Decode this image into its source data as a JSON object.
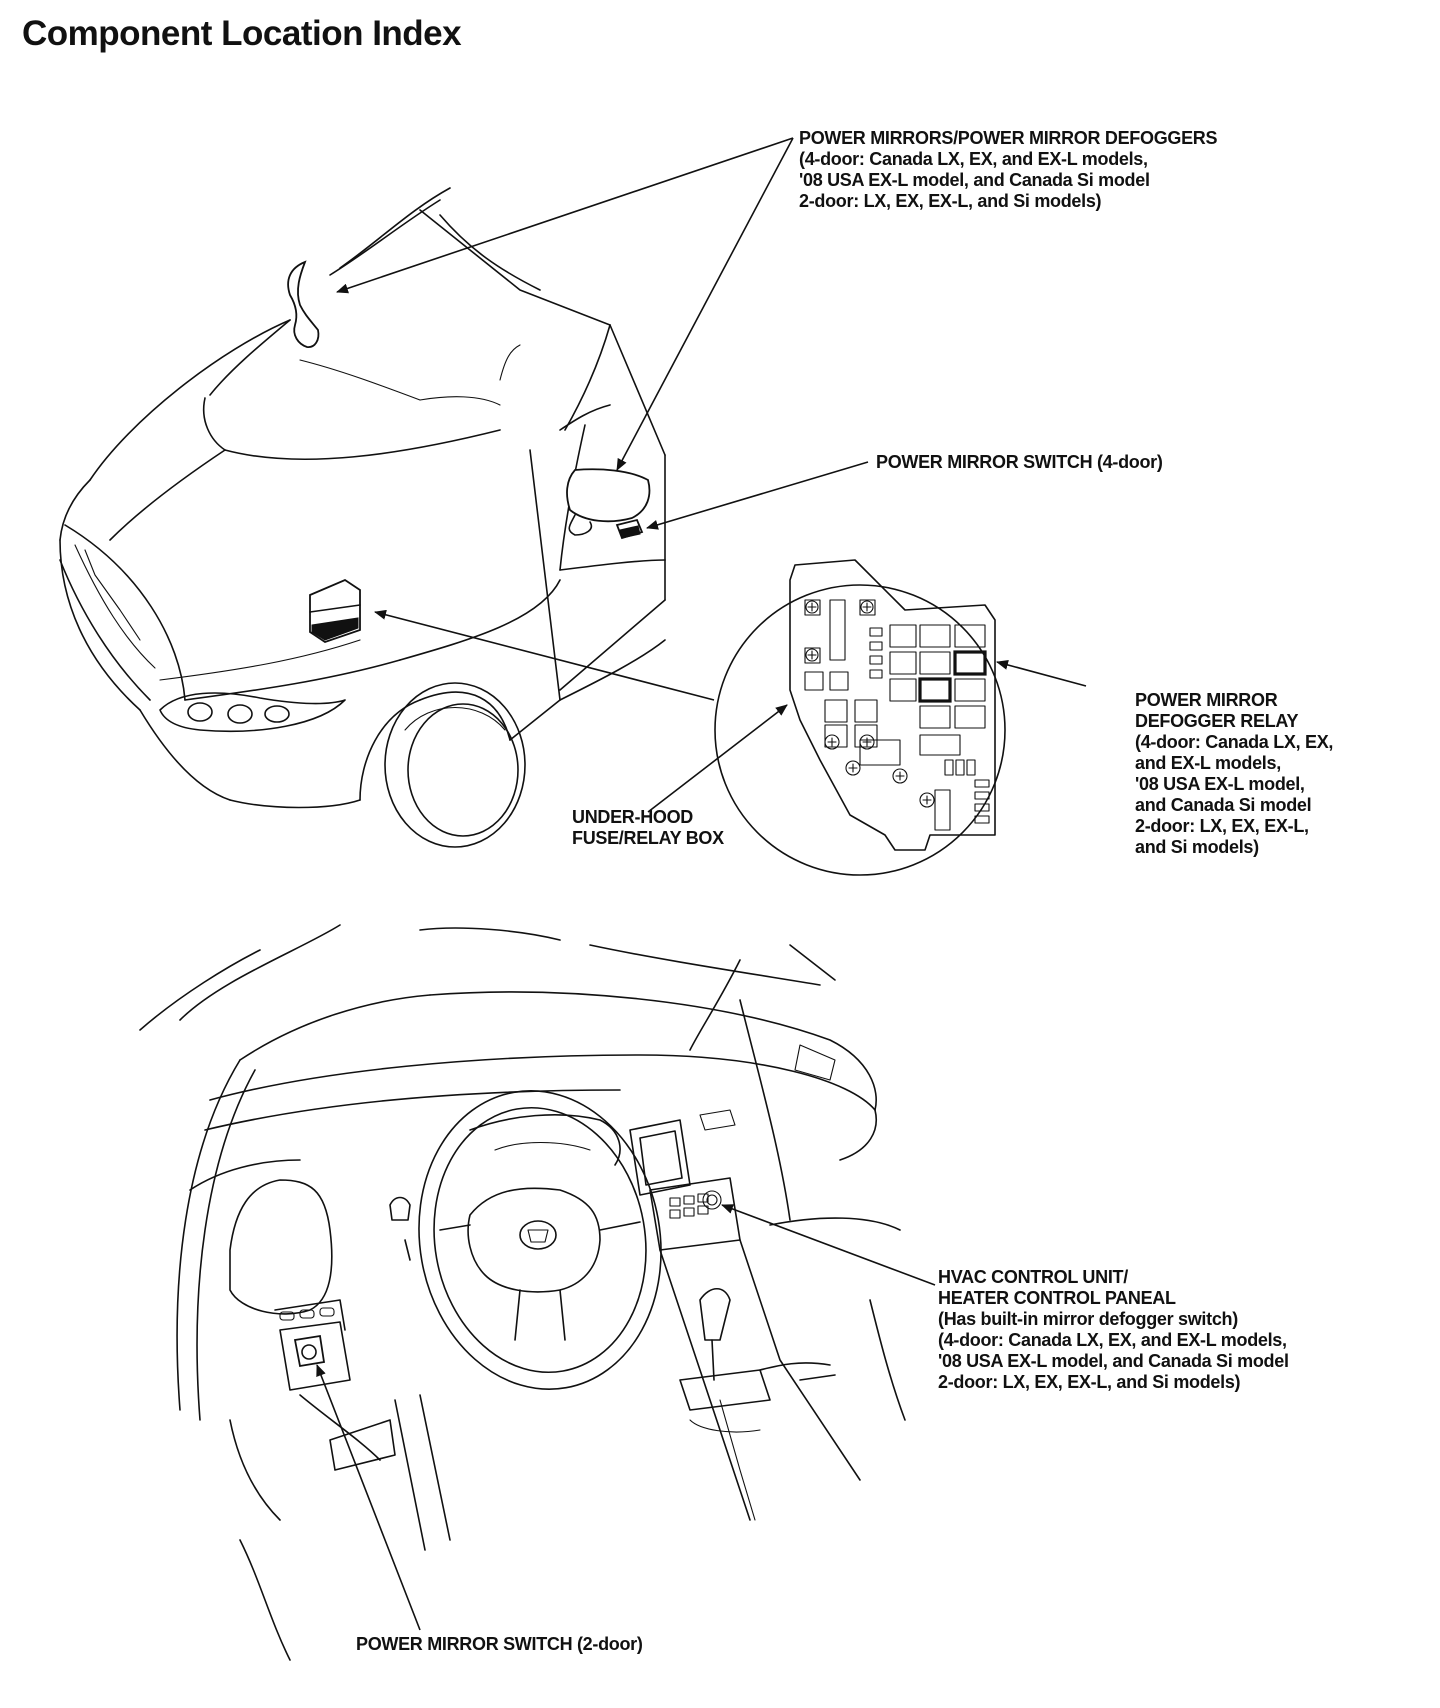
{
  "title": "Component Location Index",
  "labels": {
    "mirrors": [
      "POWER MIRRORS/POWER MIRROR DEFOGGERS",
      "(4-door: Canada LX, EX, and EX-L models,",
      "'08 USA EX-L model, and Canada Si model",
      "2-door: LX, EX, EX-L, and Si models)"
    ],
    "switch_4door": [
      "POWER MIRROR SWITCH (4-door)"
    ],
    "relay": [
      "POWER MIRROR",
      "DEFOGGER RELAY",
      "(4-door: Canada LX, EX,",
      "and EX-L models,",
      "'08 USA EX-L model,",
      "and Canada Si model",
      "2-door: LX, EX, EX-L,",
      "and Si models)"
    ],
    "fusebox": [
      "UNDER-HOOD",
      "FUSE/RELAY BOX"
    ],
    "hvac": [
      "HVAC CONTROL UNIT/",
      "HEATER CONTROL PANEAL",
      "(Has built-in mirror defogger switch)",
      "(4-door: Canada LX, EX, and EX-L models,",
      "'08 USA EX-L model, and Canada Si model",
      "2-door: LX, EX, EX-L, and Si models)"
    ],
    "switch_2door": [
      "POWER MIRROR SWITCH (2-door)"
    ]
  }
}
